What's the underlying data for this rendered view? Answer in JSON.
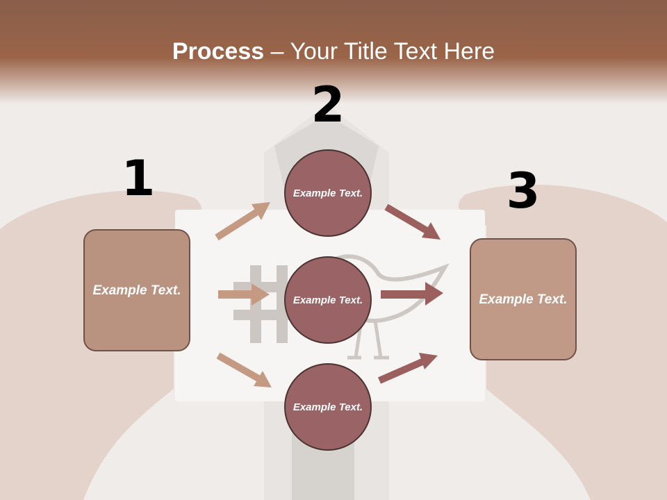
{
  "slide": {
    "title_bold": "Process",
    "title_rest": " – Your Title Text Here",
    "numbers": {
      "one": "1",
      "two": "2",
      "three": "3"
    },
    "left_box": "Example Text.",
    "right_box": "Example Text.",
    "circles": [
      "Example Text.",
      "Example Text.",
      "Example Text."
    ]
  },
  "colors": {
    "header": "#9a6448",
    "box_fill": "#b99380",
    "circle_fill": "#9a6466",
    "arrow_light": "#c49a82",
    "arrow_dark": "#9b5f5e"
  }
}
